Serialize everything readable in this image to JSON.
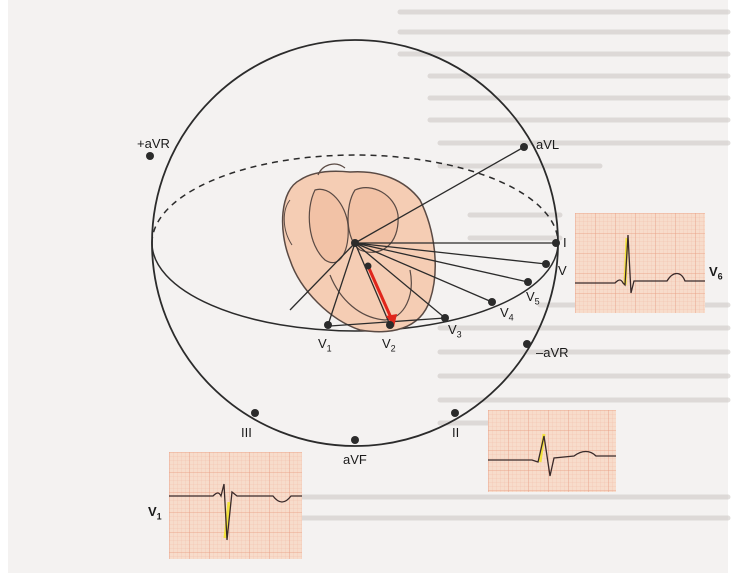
{
  "colors": {
    "page_background": "#f4f2f1",
    "faded_text": "#c9c5c2",
    "heart_fill": "#f5cdb4",
    "ecg_paper": "#f7dccb",
    "ecg_grid_minor": "#f0b7a0",
    "ecg_grid_major": "#e89a80",
    "trace": "#3a2a2a",
    "vector_red": "#e0261c",
    "qrs_highlight": "#f3e23b"
  },
  "diagram": {
    "limb_leads": [
      {
        "id": "aVR",
        "text": "+aVR"
      },
      {
        "id": "aVL",
        "text": "aVL"
      },
      {
        "id": "I",
        "text": "I"
      },
      {
        "id": "minus_aVR",
        "text": "–aVR"
      },
      {
        "id": "II",
        "text": "II"
      },
      {
        "id": "aVF",
        "text": "aVF"
      },
      {
        "id": "III",
        "text": "III"
      }
    ],
    "chest_leads": [
      {
        "id": "V1",
        "base": "V",
        "sub": "1"
      },
      {
        "id": "V2",
        "base": "V",
        "sub": "2"
      },
      {
        "id": "V3",
        "base": "V",
        "sub": "3"
      },
      {
        "id": "V4",
        "base": "V",
        "sub": "4"
      },
      {
        "id": "V5",
        "base": "V",
        "sub": "5"
      },
      {
        "id": "V6",
        "base": "V",
        "sub": ""
      }
    ]
  },
  "ecg_strips": [
    {
      "id": "v6",
      "label_base": "V",
      "label_sub": "6"
    },
    {
      "id": "v1",
      "label_base": "V",
      "label_sub": "1"
    },
    {
      "id": "aVR_strip",
      "label_base": "",
      "label_sub": ""
    }
  ]
}
